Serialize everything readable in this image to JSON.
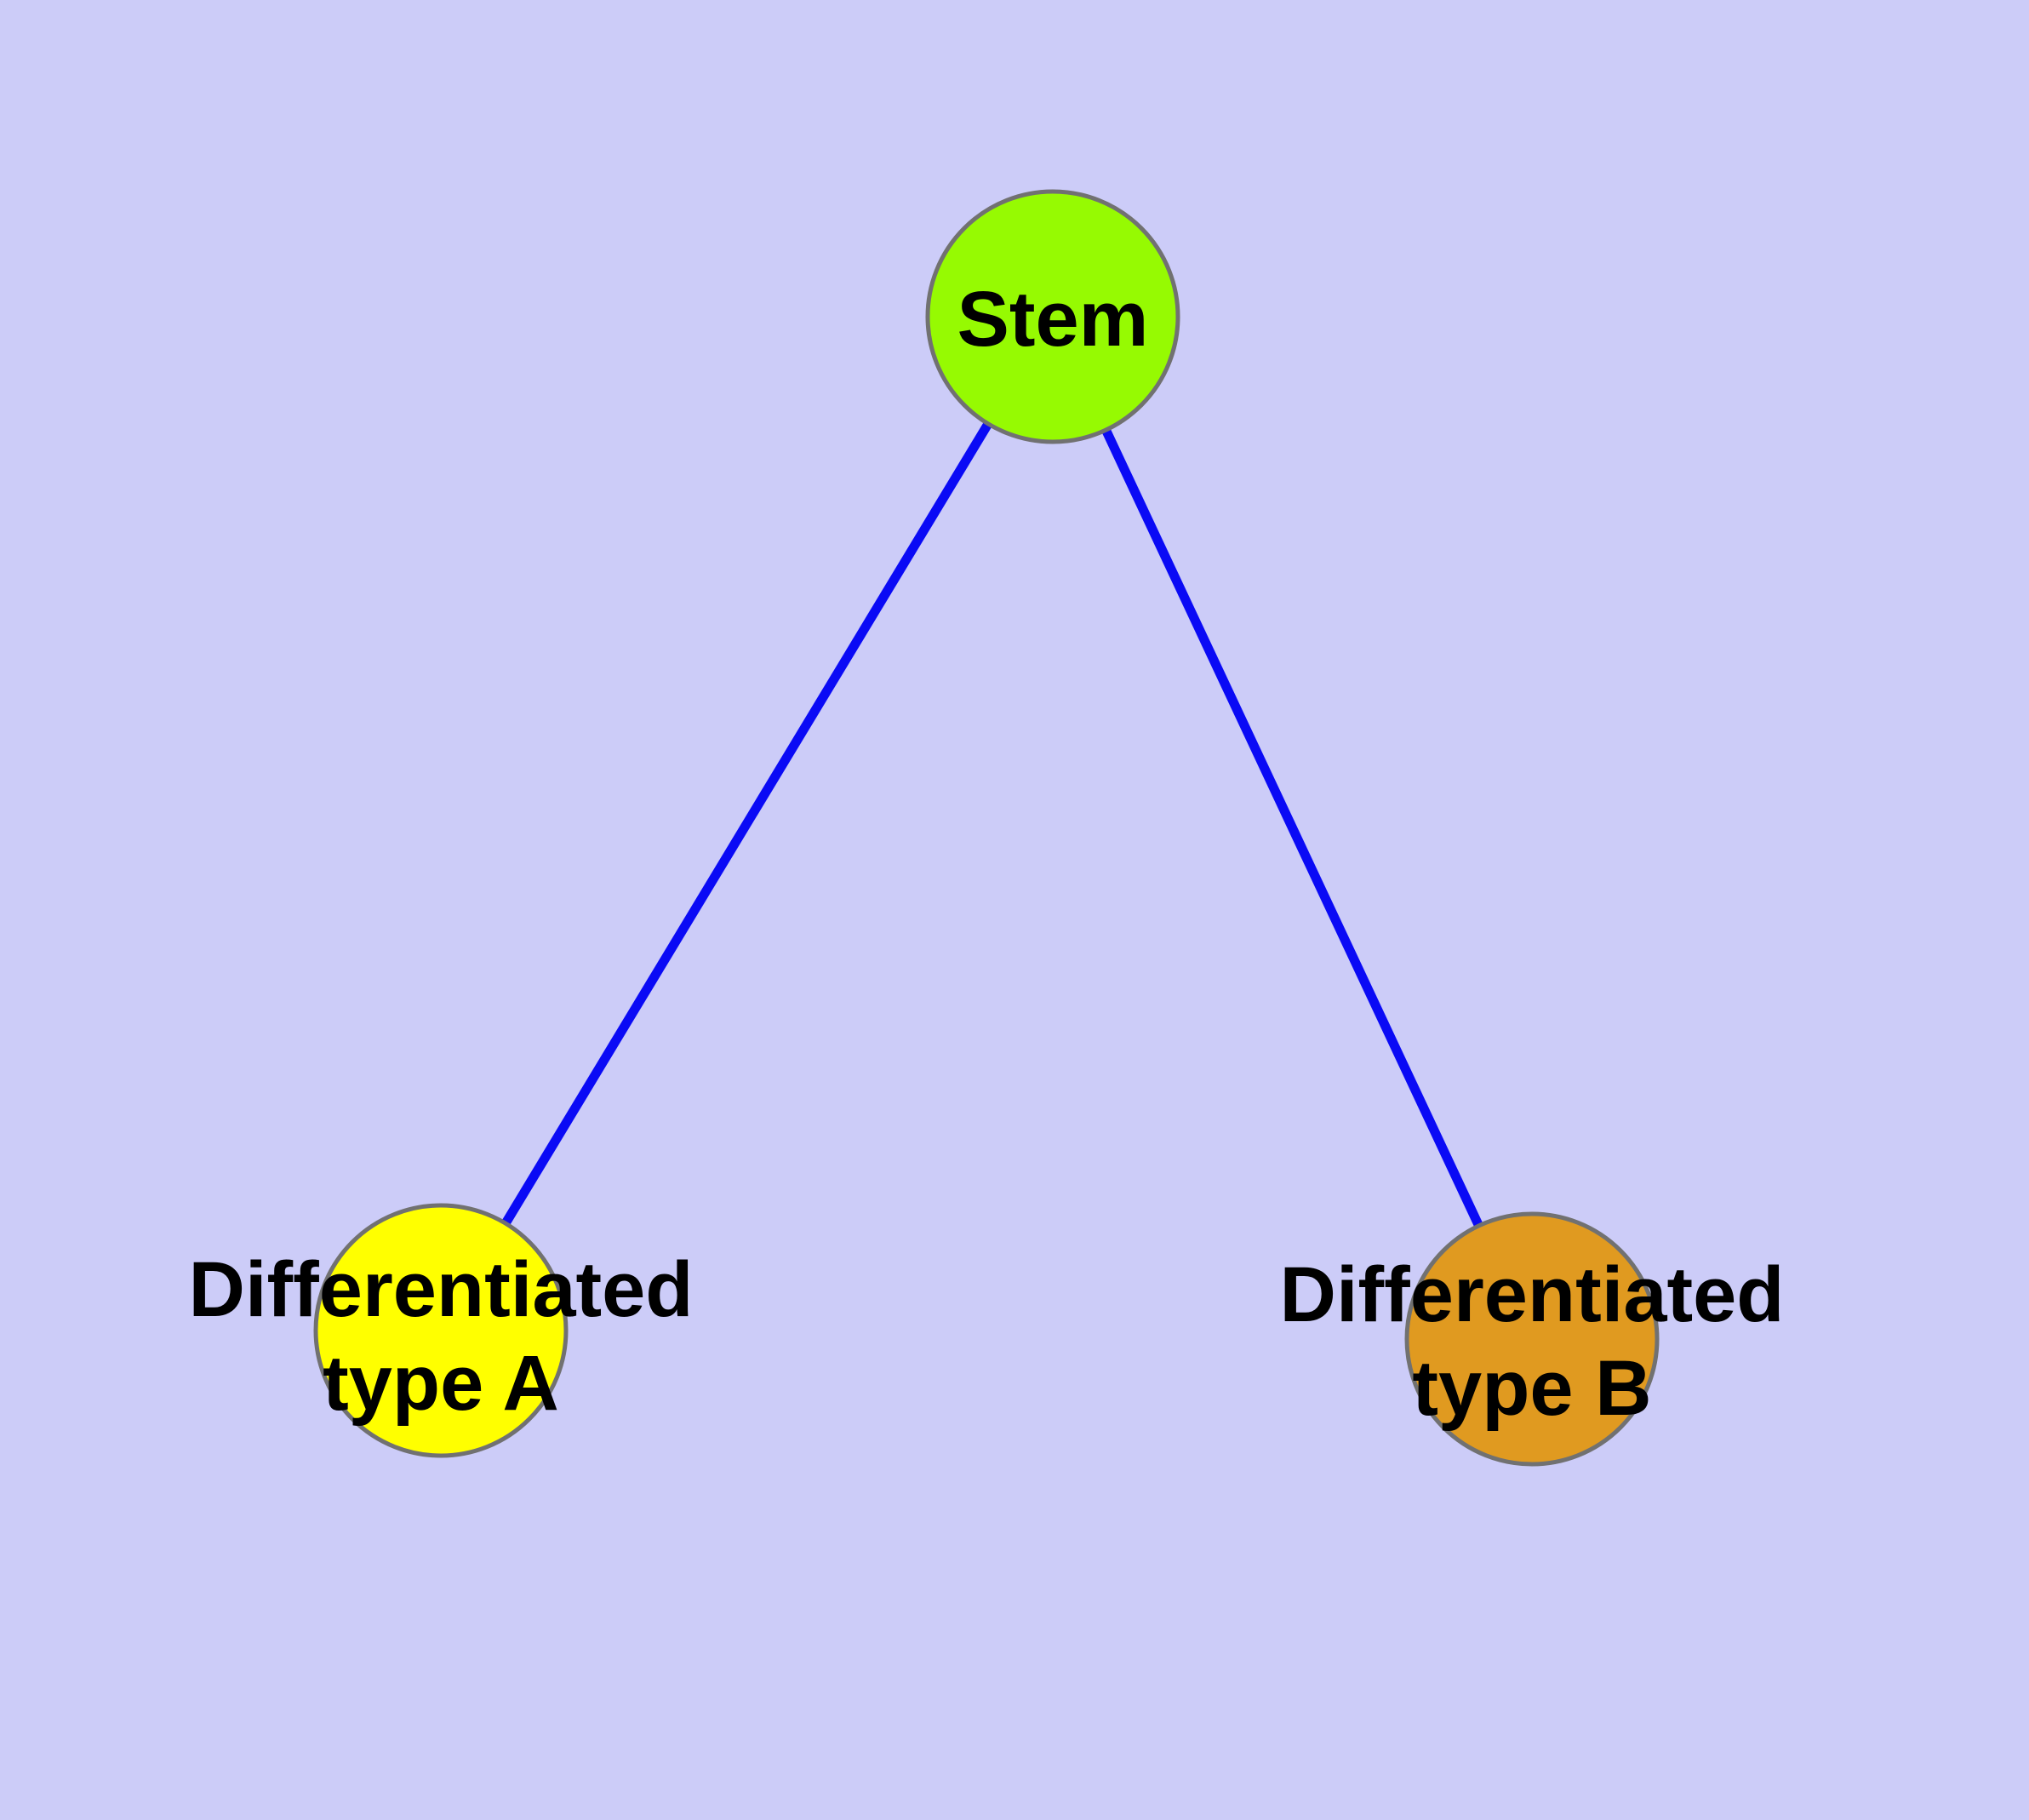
{
  "diagram": {
    "background_color": "#CCCCF8",
    "edge_color": "#0A0AF5",
    "node_border_color": "#717171",
    "text_color": "#000000",
    "nodes": [
      {
        "id": "stem",
        "label": "Stem",
        "fill": "#96FA02"
      },
      {
        "id": "type-a",
        "label_line1": "Differentiated",
        "label_line2": "type A",
        "fill": "#FFFF00"
      },
      {
        "id": "type-b",
        "label_line1": "Differentiated",
        "label_line2": "type B",
        "fill": "#E09A20"
      }
    ],
    "edges": [
      {
        "from": "Stem",
        "to": "Differentiated type A"
      },
      {
        "from": "Stem",
        "to": "Differentiated type B"
      }
    ]
  }
}
